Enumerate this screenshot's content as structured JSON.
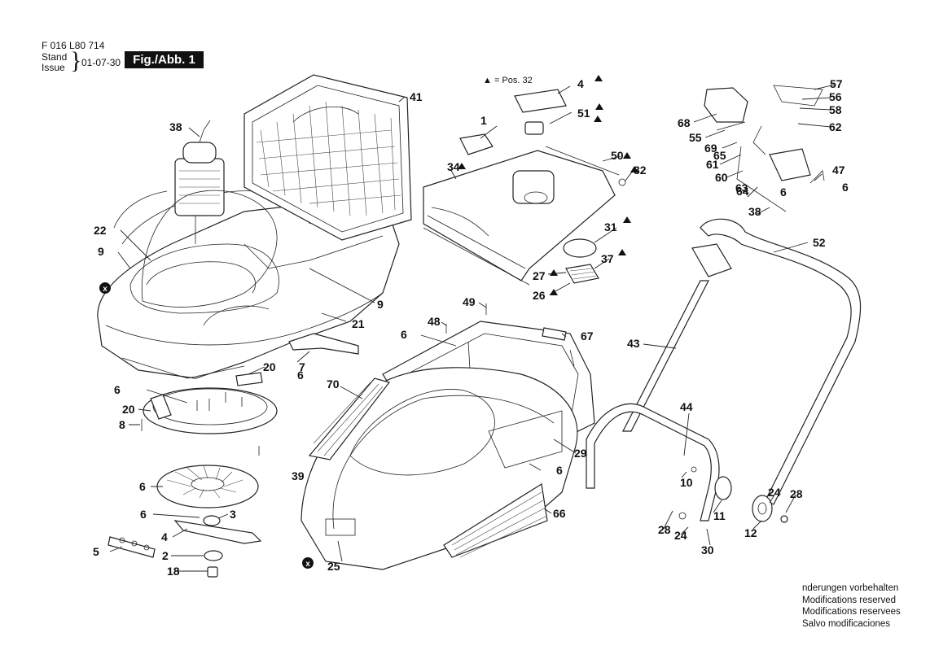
{
  "header": {
    "doc_code": "F 016 L80 714",
    "stand_label": "Stand",
    "issue_label": "Issue",
    "date": "01-07-30",
    "figure_label": "Fig./Abb. 1"
  },
  "pos_note": "= Pos. 32",
  "footer_notes": [
    "nderungen vorbehalten",
    "Modifications reserved",
    "Modifications reservees",
    "Salvo modificaciones"
  ],
  "part_labels": [
    "38",
    "41",
    "22",
    "9",
    "9",
    "21",
    "7",
    "20",
    "6",
    "20",
    "8",
    "6",
    "6",
    "3",
    "4",
    "5",
    "2",
    "18",
    "4",
    "1",
    "51",
    "34",
    "50",
    "32",
    "31",
    "37",
    "27",
    "26",
    "49",
    "48",
    "6",
    "6",
    "67",
    "70",
    "39",
    "6",
    "29",
    "66",
    "25",
    "68",
    "55",
    "69",
    "65",
    "61",
    "60",
    "63",
    "64",
    "38",
    "6",
    "57",
    "56",
    "58",
    "62",
    "47",
    "6",
    "52",
    "43",
    "44",
    "10",
    "11",
    "24",
    "28",
    "12",
    "28",
    "24",
    "30"
  ],
  "markers": [
    "x",
    "x"
  ]
}
